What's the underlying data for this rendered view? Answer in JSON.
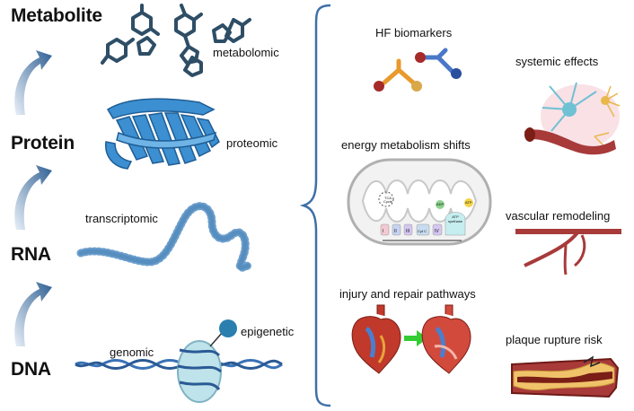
{
  "levels": {
    "metabolite": "Metabolite",
    "protein": "Protein",
    "rna": "RNA",
    "dna": "DNA"
  },
  "omics": {
    "metabolomic": "metabolomic",
    "proteomic": "proteomic",
    "transcriptomic": "transcriptomic",
    "genomic": "genomic",
    "epigenetic": "epigenetic"
  },
  "outcomes": {
    "hf_biomarkers": "HF biomarkers",
    "energy_metabolism": "energy metabolism shifts",
    "injury_repair": "injury and repair pathways",
    "systemic_effects": "systemic effects",
    "vascular_remodeling": "vascular remodeling",
    "plaque_rupture": "plaque rupture risk"
  },
  "mito_labels": {
    "tca": "TCA Cycle",
    "complex_1": "I",
    "complex_2": "II",
    "complex_3": "III",
    "cyt_c": "Cyt C",
    "complex_4": "IV",
    "adp": "ADP",
    "atp": "ATP",
    "atp_synthase": "ATP synthase"
  },
  "colors": {
    "arrow_blue": "#2f5f93",
    "molecule": "#2e4e66",
    "protein_blue": "#3c8fd0",
    "rna_blue": "#1a4f7a",
    "dna_blue": "#3a72b5",
    "brace": "#3f6fa8",
    "vessel_red": "#a83a3a",
    "heart_red": "#c0392b",
    "arrow_green": "#33cc33"
  }
}
